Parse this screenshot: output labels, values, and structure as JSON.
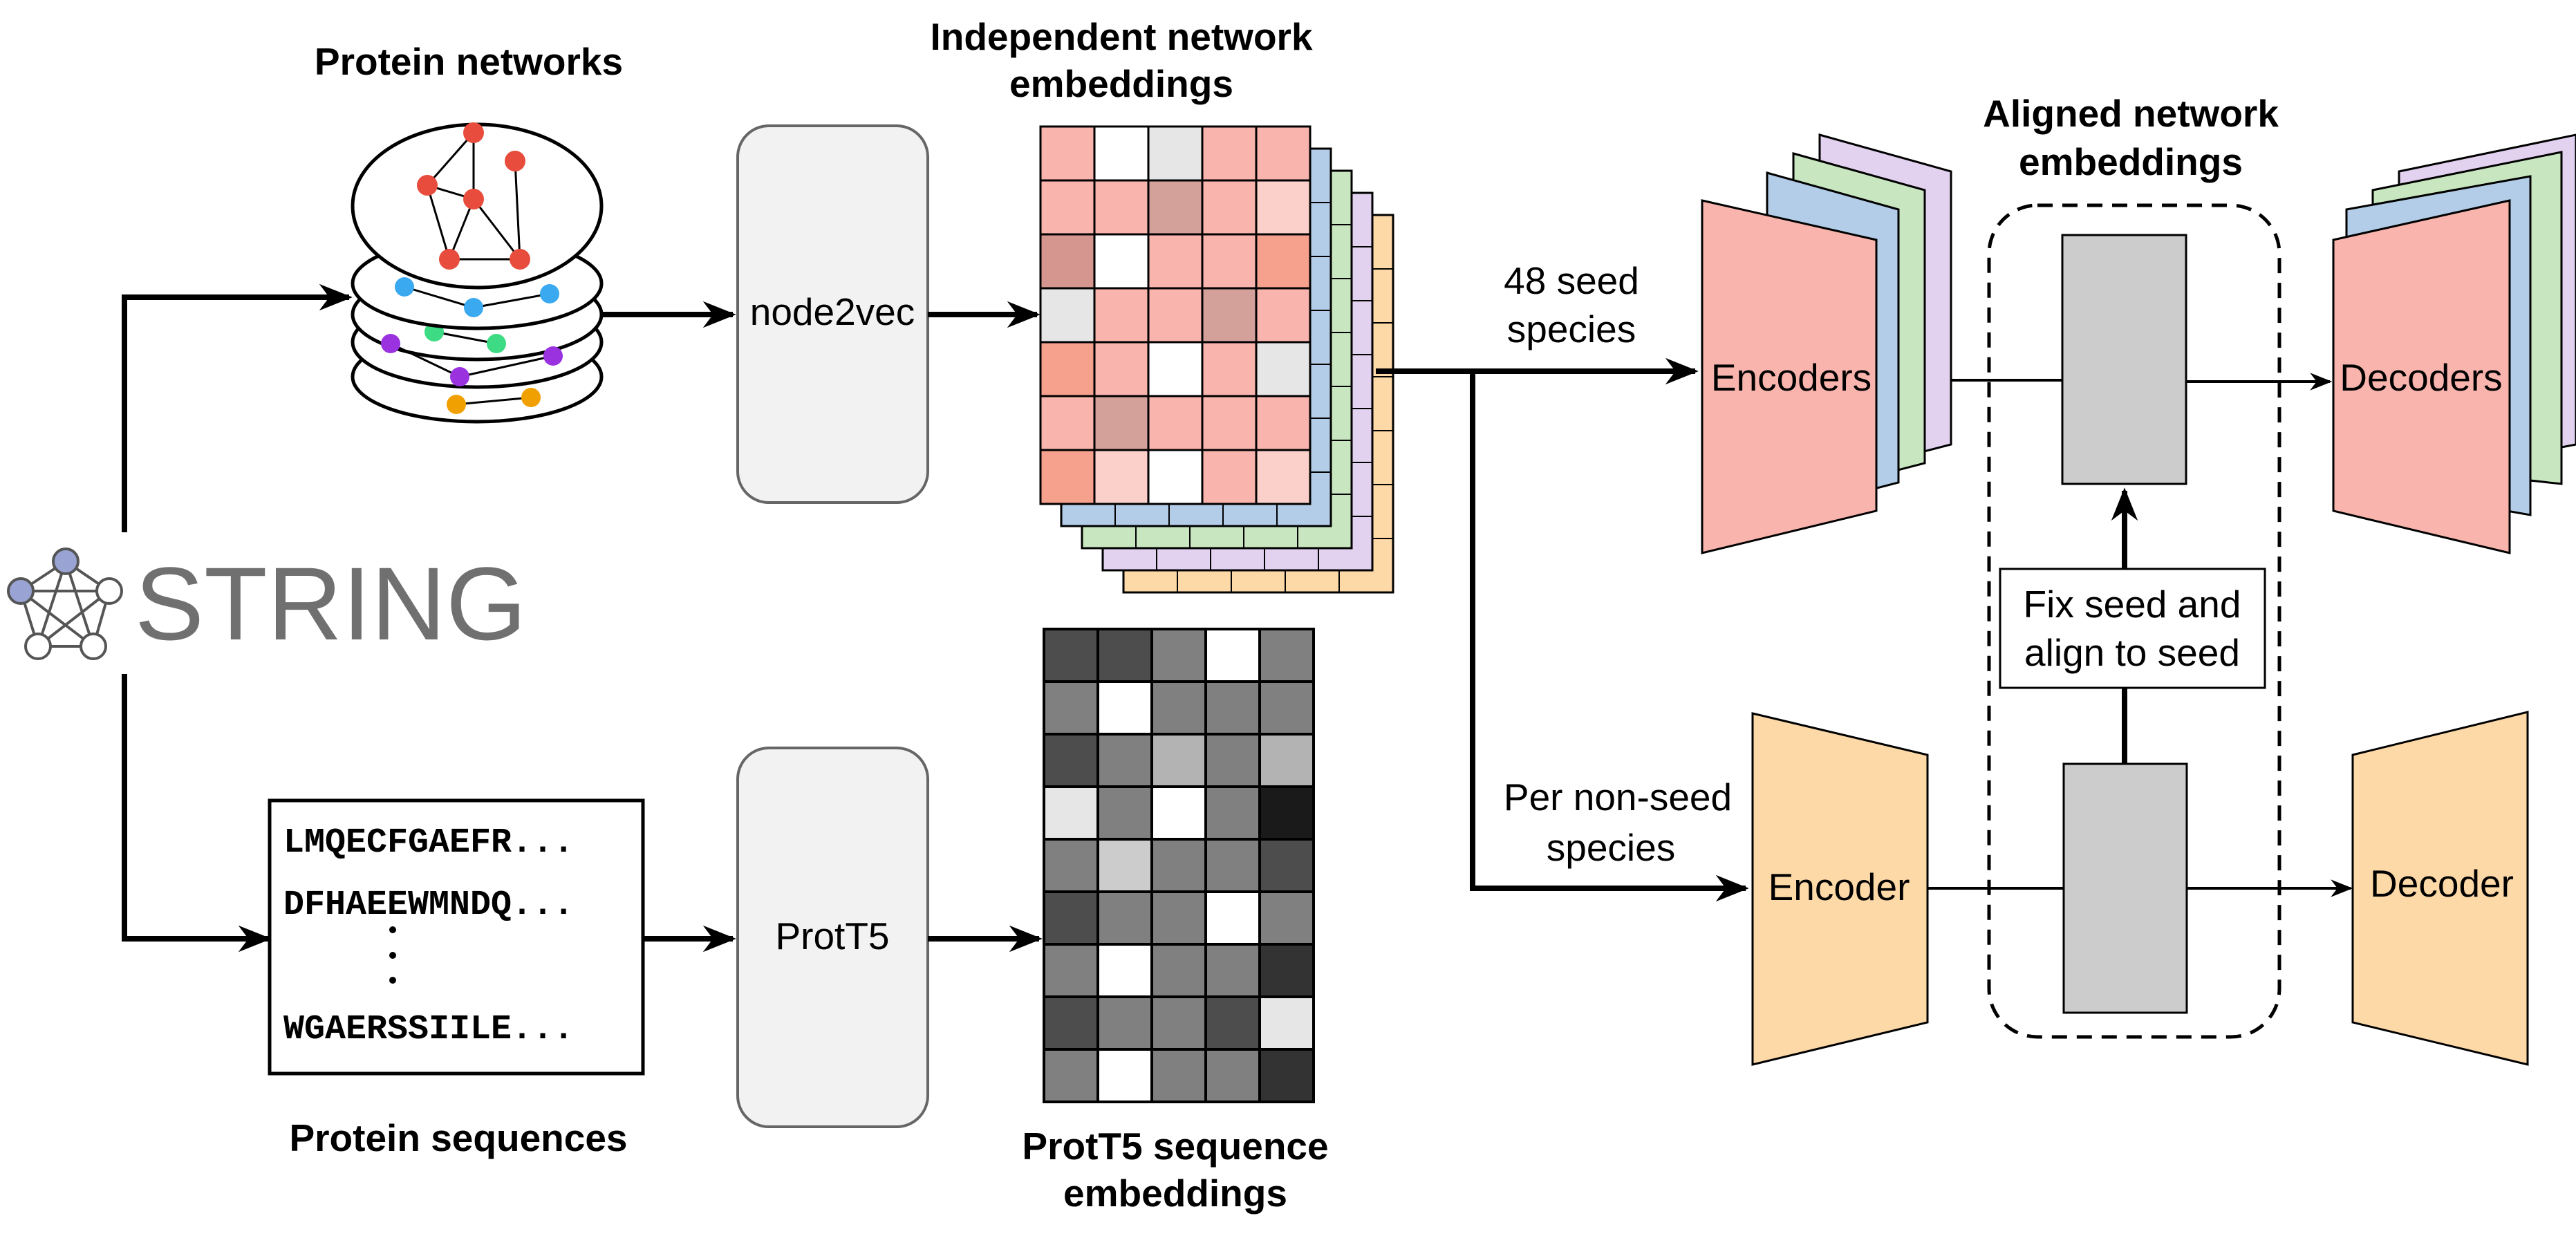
{
  "titles": {
    "protein_networks": "Protein networks",
    "independent_line1": "Independent network",
    "independent_line2": "embeddings",
    "aligned_line1": "Aligned network",
    "aligned_line2": "embeddings",
    "protein_sequences": "Protein sequences",
    "prott5_emb_line1": "ProtT5 sequence",
    "prott5_emb_line2": "embeddings"
  },
  "logo": {
    "text": "STRING"
  },
  "boxes": {
    "node2vec": "node2vec",
    "prott5": "ProtT5",
    "encoders": "Encoders",
    "decoders": "Decoders",
    "encoder": "Encoder",
    "decoder": "Decoder",
    "fix_line1": "Fix seed and",
    "fix_line2": "align to seed"
  },
  "edge_labels": {
    "seed_line1": "48 seed",
    "seed_line2": "species",
    "nonseed_line1": "Per non-seed",
    "nonseed_line2": "species"
  },
  "sequences": [
    "LMQECFGAEFR...",
    "DFHAEEWMNDQ...",
    "WGAERSSIILE..."
  ],
  "colors": {
    "salmon": "#f8b4ad",
    "blue": "#b3cde8",
    "green": "#c8e6c0",
    "lavender": "#e2d1ef",
    "orange": "#fdd9a7",
    "gray_box": "#cccccc",
    "panel": "#f2f2f2",
    "logo_gray": "#707070",
    "node_red": "#e74c3c",
    "node_blue": "#3aa9f0",
    "node_green": "#3ddc84",
    "node_purple": "#9b32e0",
    "node_orange": "#f0a000"
  },
  "network_heatmap": [
    [
      "#f8b4ad",
      "#ffffff",
      "#e6e6e6",
      "#f8b4ad",
      "#f8b4ad"
    ],
    [
      "#f8b4ad",
      "#f8b4ad",
      "#d4a09a",
      "#f8b4ad",
      "#fbd0cb"
    ],
    [
      "#d4968f",
      "#ffffff",
      "#f8b4ad",
      "#f8b4ad",
      "#f6a08e"
    ],
    [
      "#e6e6e6",
      "#f8b4ad",
      "#f8b4ad",
      "#d4a09a",
      "#f8b4ad"
    ],
    [
      "#f6a08e",
      "#f8b4ad",
      "#ffffff",
      "#f8b4ad",
      "#e6e6e6"
    ],
    [
      "#f8b4ad",
      "#d4a09a",
      "#f8b4ad",
      "#f8b4ad",
      "#f8b4ad"
    ],
    [
      "#f6a08e",
      "#fbd0cb",
      "#ffffff",
      "#f8b4ad",
      "#fbd0cb"
    ]
  ],
  "sequence_heatmap": [
    [
      "#4d4d4d",
      "#4d4d4d",
      "#808080",
      "#ffffff",
      "#808080"
    ],
    [
      "#808080",
      "#ffffff",
      "#808080",
      "#808080",
      "#808080"
    ],
    [
      "#4d4d4d",
      "#808080",
      "#b3b3b3",
      "#808080",
      "#b3b3b3"
    ],
    [
      "#e6e6e6",
      "#808080",
      "#ffffff",
      "#808080",
      "#1a1a1a"
    ],
    [
      "#808080",
      "#cccccc",
      "#808080",
      "#808080",
      "#4d4d4d"
    ],
    [
      "#4d4d4d",
      "#808080",
      "#808080",
      "#ffffff",
      "#808080"
    ],
    [
      "#808080",
      "#ffffff",
      "#808080",
      "#808080",
      "#333333"
    ],
    [
      "#4d4d4d",
      "#808080",
      "#808080",
      "#4d4d4d",
      "#e6e6e6"
    ],
    [
      "#808080",
      "#ffffff",
      "#808080",
      "#808080",
      "#333333"
    ]
  ]
}
